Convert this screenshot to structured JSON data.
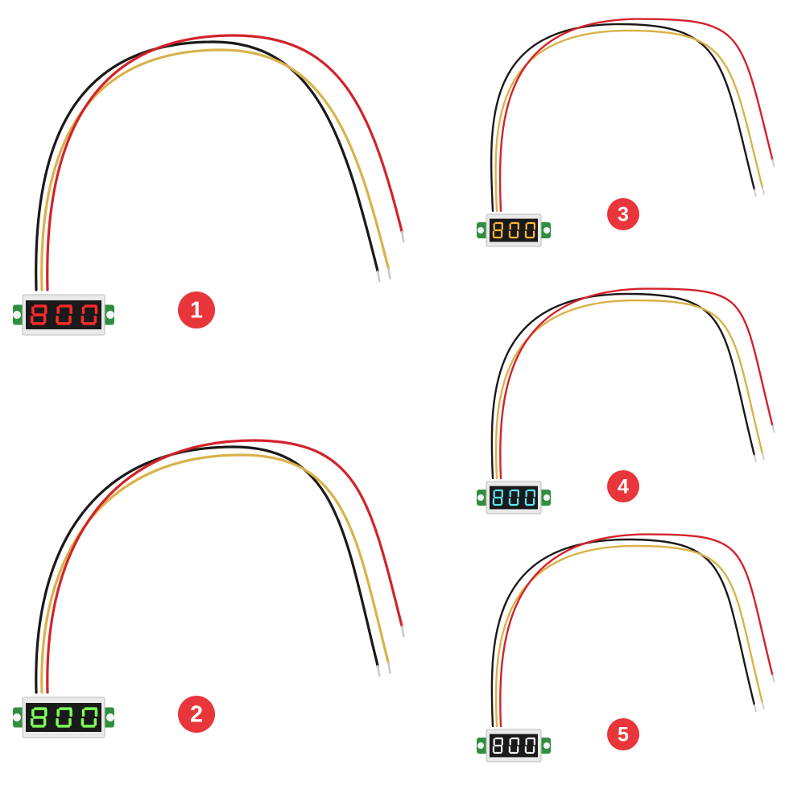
{
  "background": "#ffffff",
  "wire_colors": {
    "black": "#1c1a18",
    "red": "#d3232a",
    "yellow": "#d9b24a",
    "tip": "#c9c9c9"
  },
  "board_colors": {
    "pcb": "#2f8f3f",
    "body": "#e9e9e9",
    "face": "#1a1a1a"
  },
  "badge_color": "#e8363b",
  "modules": [
    {
      "label": "1",
      "display_color": "#ff2a2a",
      "digits": "800"
    },
    {
      "label": "2",
      "display_color": "#7dff5a",
      "digits": "800"
    },
    {
      "label": "3",
      "display_color": "#ffb43a",
      "digits": "800"
    },
    {
      "label": "4",
      "display_color": "#5ee6ff",
      "digits": "800"
    },
    {
      "label": "5",
      "display_color": "#f2f2f2",
      "digits": "800"
    }
  ]
}
